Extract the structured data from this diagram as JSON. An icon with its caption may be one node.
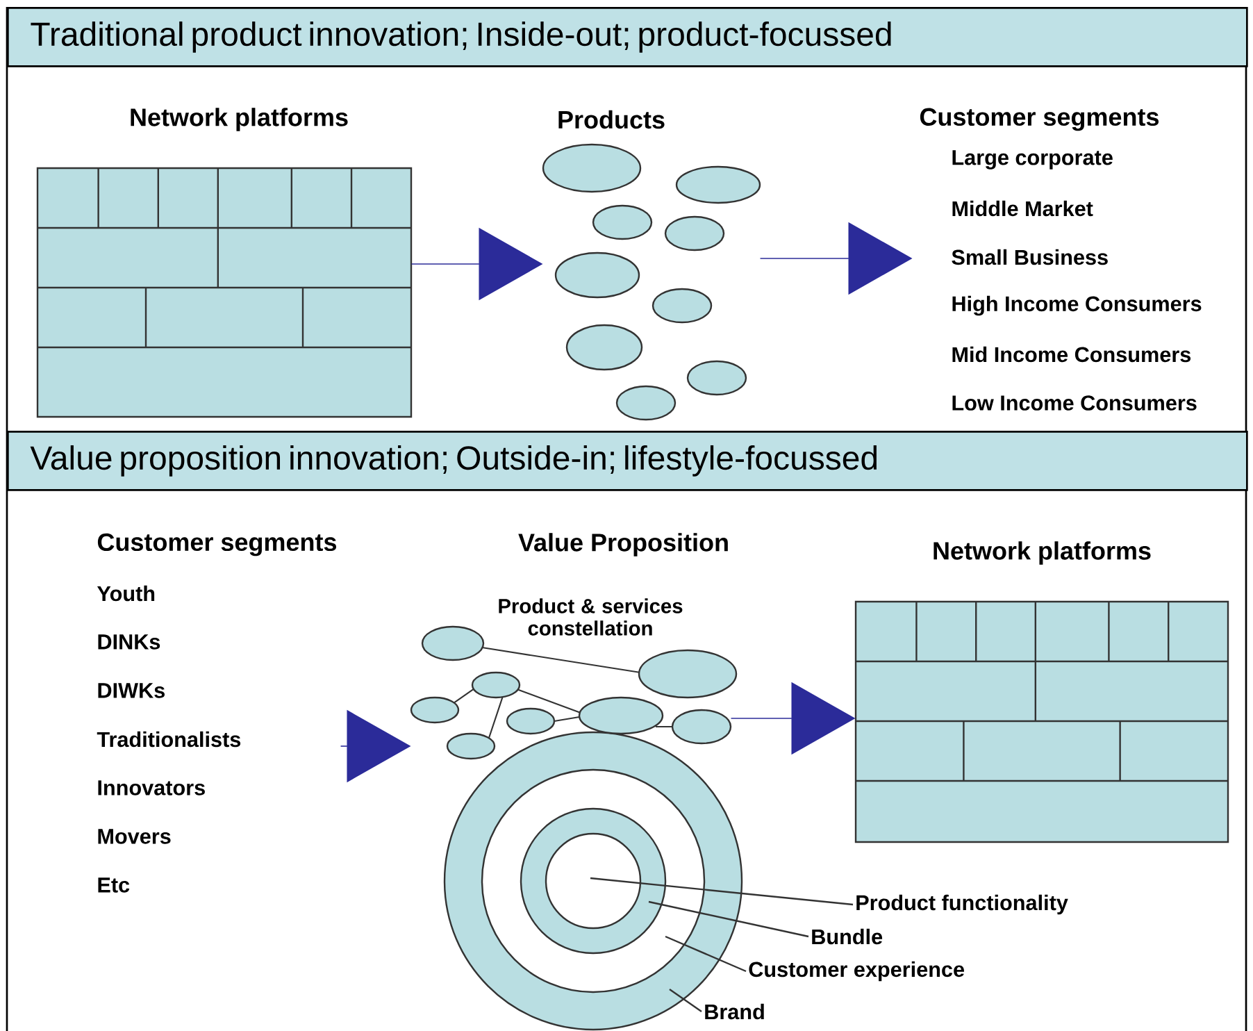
{
  "diagram": {
    "nodes": [
      {
        "text": [
          "Traditional product innovation;  Inside-out;  product-focussed"
        ]
      },
      {
        "text": [
          "Network platforms"
        ]
      },
      {
        "text": [
          "Products"
        ]
      },
      {
        "text": [
          "Customer segments",
          "Large corporate",
          "Middle Market",
          "Small Business",
          "High Income Consumers",
          "Mid Income Consumers",
          "Low Income Consumers"
        ]
      },
      {
        "text": [
          "Value proposition innovation;  Outside-in;  lifestyle-focussed"
        ]
      },
      {
        "text": [
          "Customer segments",
          "Youth",
          "DINKs",
          "DIWKs",
          "Traditionalists",
          "Innovators",
          "Movers",
          "Etc"
        ]
      },
      {
        "text": [
          "Value Proposition",
          "Product & services constellation"
        ]
      },
      {
        "text": [
          "Network platforms"
        ]
      },
      {
        "text": [],
        "shape": "circle",
        "in": 9
      },
      {
        "text": [],
        "shape": "circle",
        "in": 10
      },
      {
        "text": [],
        "shape": "circle",
        "in": 11
      },
      {
        "text": [],
        "shape": "circle"
      },
      {
        "text": [
          "Product functionality"
        ]
      },
      {
        "text": [
          "Bundle"
        ]
      },
      {
        "text": [
          "Customer experience"
        ]
      },
      {
        "text": [
          "Brand"
        ]
      }
    ],
    "edges": [
      {
        "from": 1,
        "to": 2,
        "arrow": "to",
        "color": "#2b2b99"
      },
      {
        "from": 2,
        "to": 3,
        "arrow": "to",
        "color": "#2b2b99"
      },
      {
        "from": 5,
        "to": 6,
        "arrow": "to",
        "color": "#2b2b99"
      },
      {
        "from": 6,
        "to": 7,
        "arrow": "to",
        "color": "#2b2b99"
      },
      {
        "from": 12,
        "to": 8,
        "arrow": "none",
        "color": "#333333"
      },
      {
        "from": 13,
        "to": 9,
        "arrow": "none",
        "color": "#333333"
      },
      {
        "from": 14,
        "to": 10,
        "arrow": "none",
        "color": "#333333"
      },
      {
        "from": 15,
        "to": 11,
        "arrow": "none",
        "color": "#333333"
      }
    ]
  }
}
